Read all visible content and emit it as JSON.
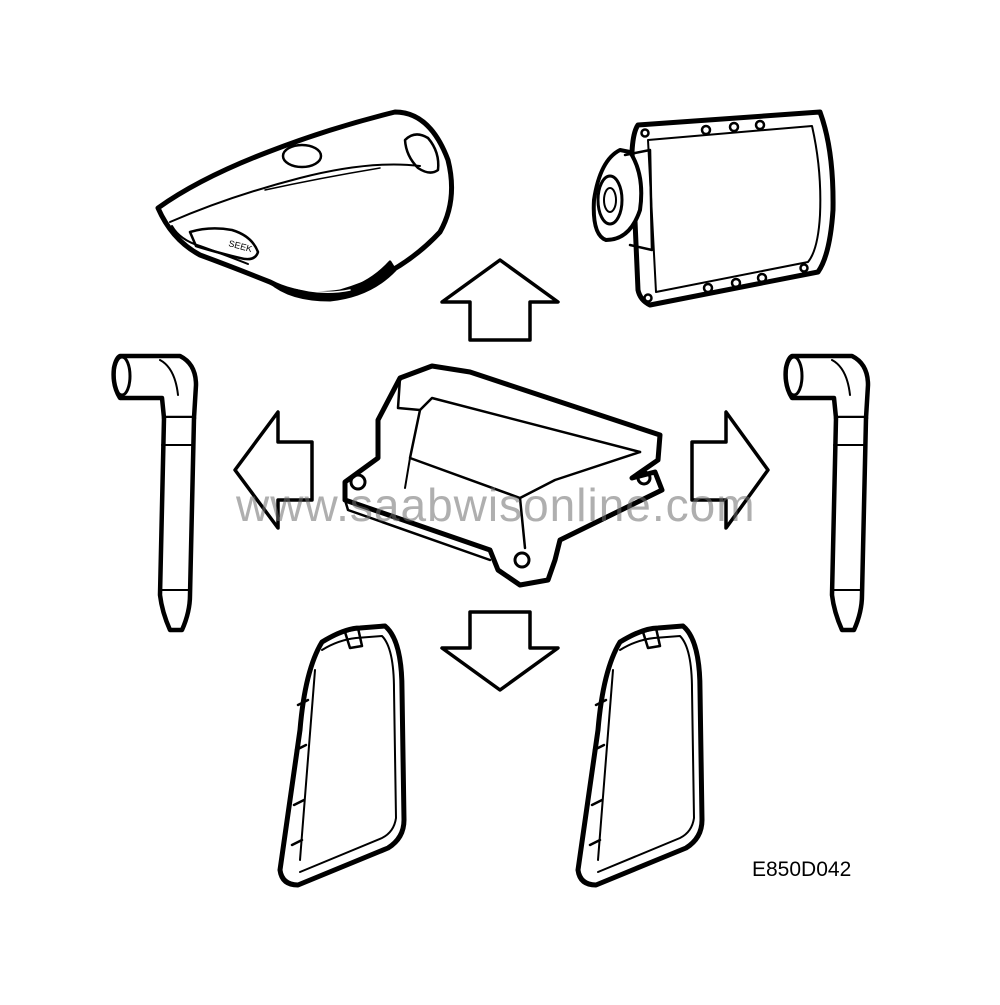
{
  "figure": {
    "id_label": "E850D042",
    "watermark": "www.saabwisonline.com"
  },
  "components": {
    "center": "control-module",
    "top_left": "steering-wheel-airbag",
    "top_right": "passenger-airbag",
    "left": "seat-belt-pretensioner-left",
    "right": "seat-belt-pretensioner-right",
    "bottom_left": "side-airbag-left",
    "bottom_right": "side-airbag-right"
  },
  "arrows": [
    "up",
    "left",
    "right",
    "down"
  ],
  "colors": {
    "line": "#000000",
    "background": "#ffffff",
    "watermark": "#6e6e6e"
  }
}
